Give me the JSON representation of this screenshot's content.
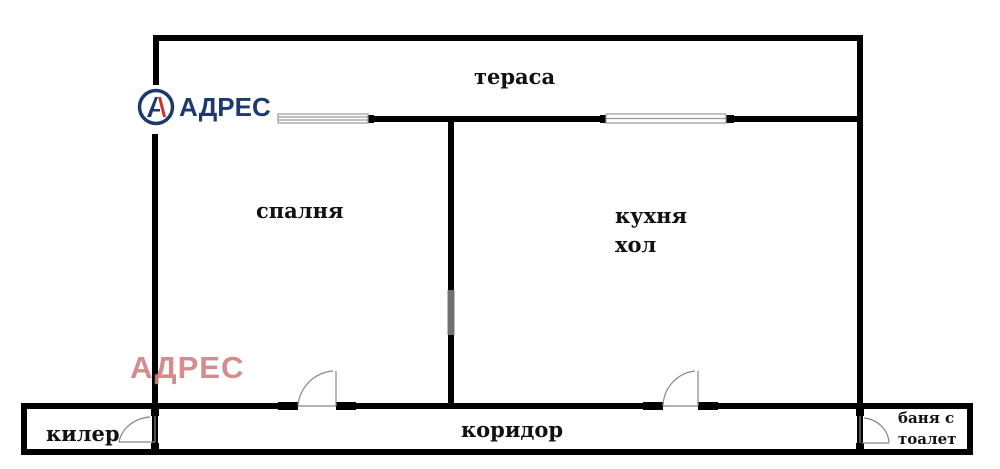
{
  "branding": {
    "logo_text": "АДРЕС",
    "logo_icon": "adres-a-circle-icon",
    "watermark_text": "АДРЕС",
    "colors": {
      "logo_blue": "#1d3a6e",
      "logo_red": "#d62b2b",
      "watermark": "#d08080",
      "walls": "#000000",
      "window": "#9a9a9a",
      "door_arc": "#888888"
    }
  },
  "rooms": [
    {
      "id": "terrace",
      "label": "тераса"
    },
    {
      "id": "bedroom",
      "label": "спалня"
    },
    {
      "id": "kitchen",
      "label_line1": "кухня",
      "label_line2": "хол"
    },
    {
      "id": "corridor",
      "label": "коридор"
    },
    {
      "id": "storage",
      "label": "килер"
    },
    {
      "id": "bathroom",
      "label_line1": "баня с",
      "label_line2": "тоалет"
    }
  ],
  "openings": {
    "windows": [
      "bedroom-terrace-window",
      "kitchen-terrace-window"
    ],
    "doors": [
      "bedroom-door",
      "kitchen-door",
      "storage-door",
      "bathroom-door"
    ]
  }
}
